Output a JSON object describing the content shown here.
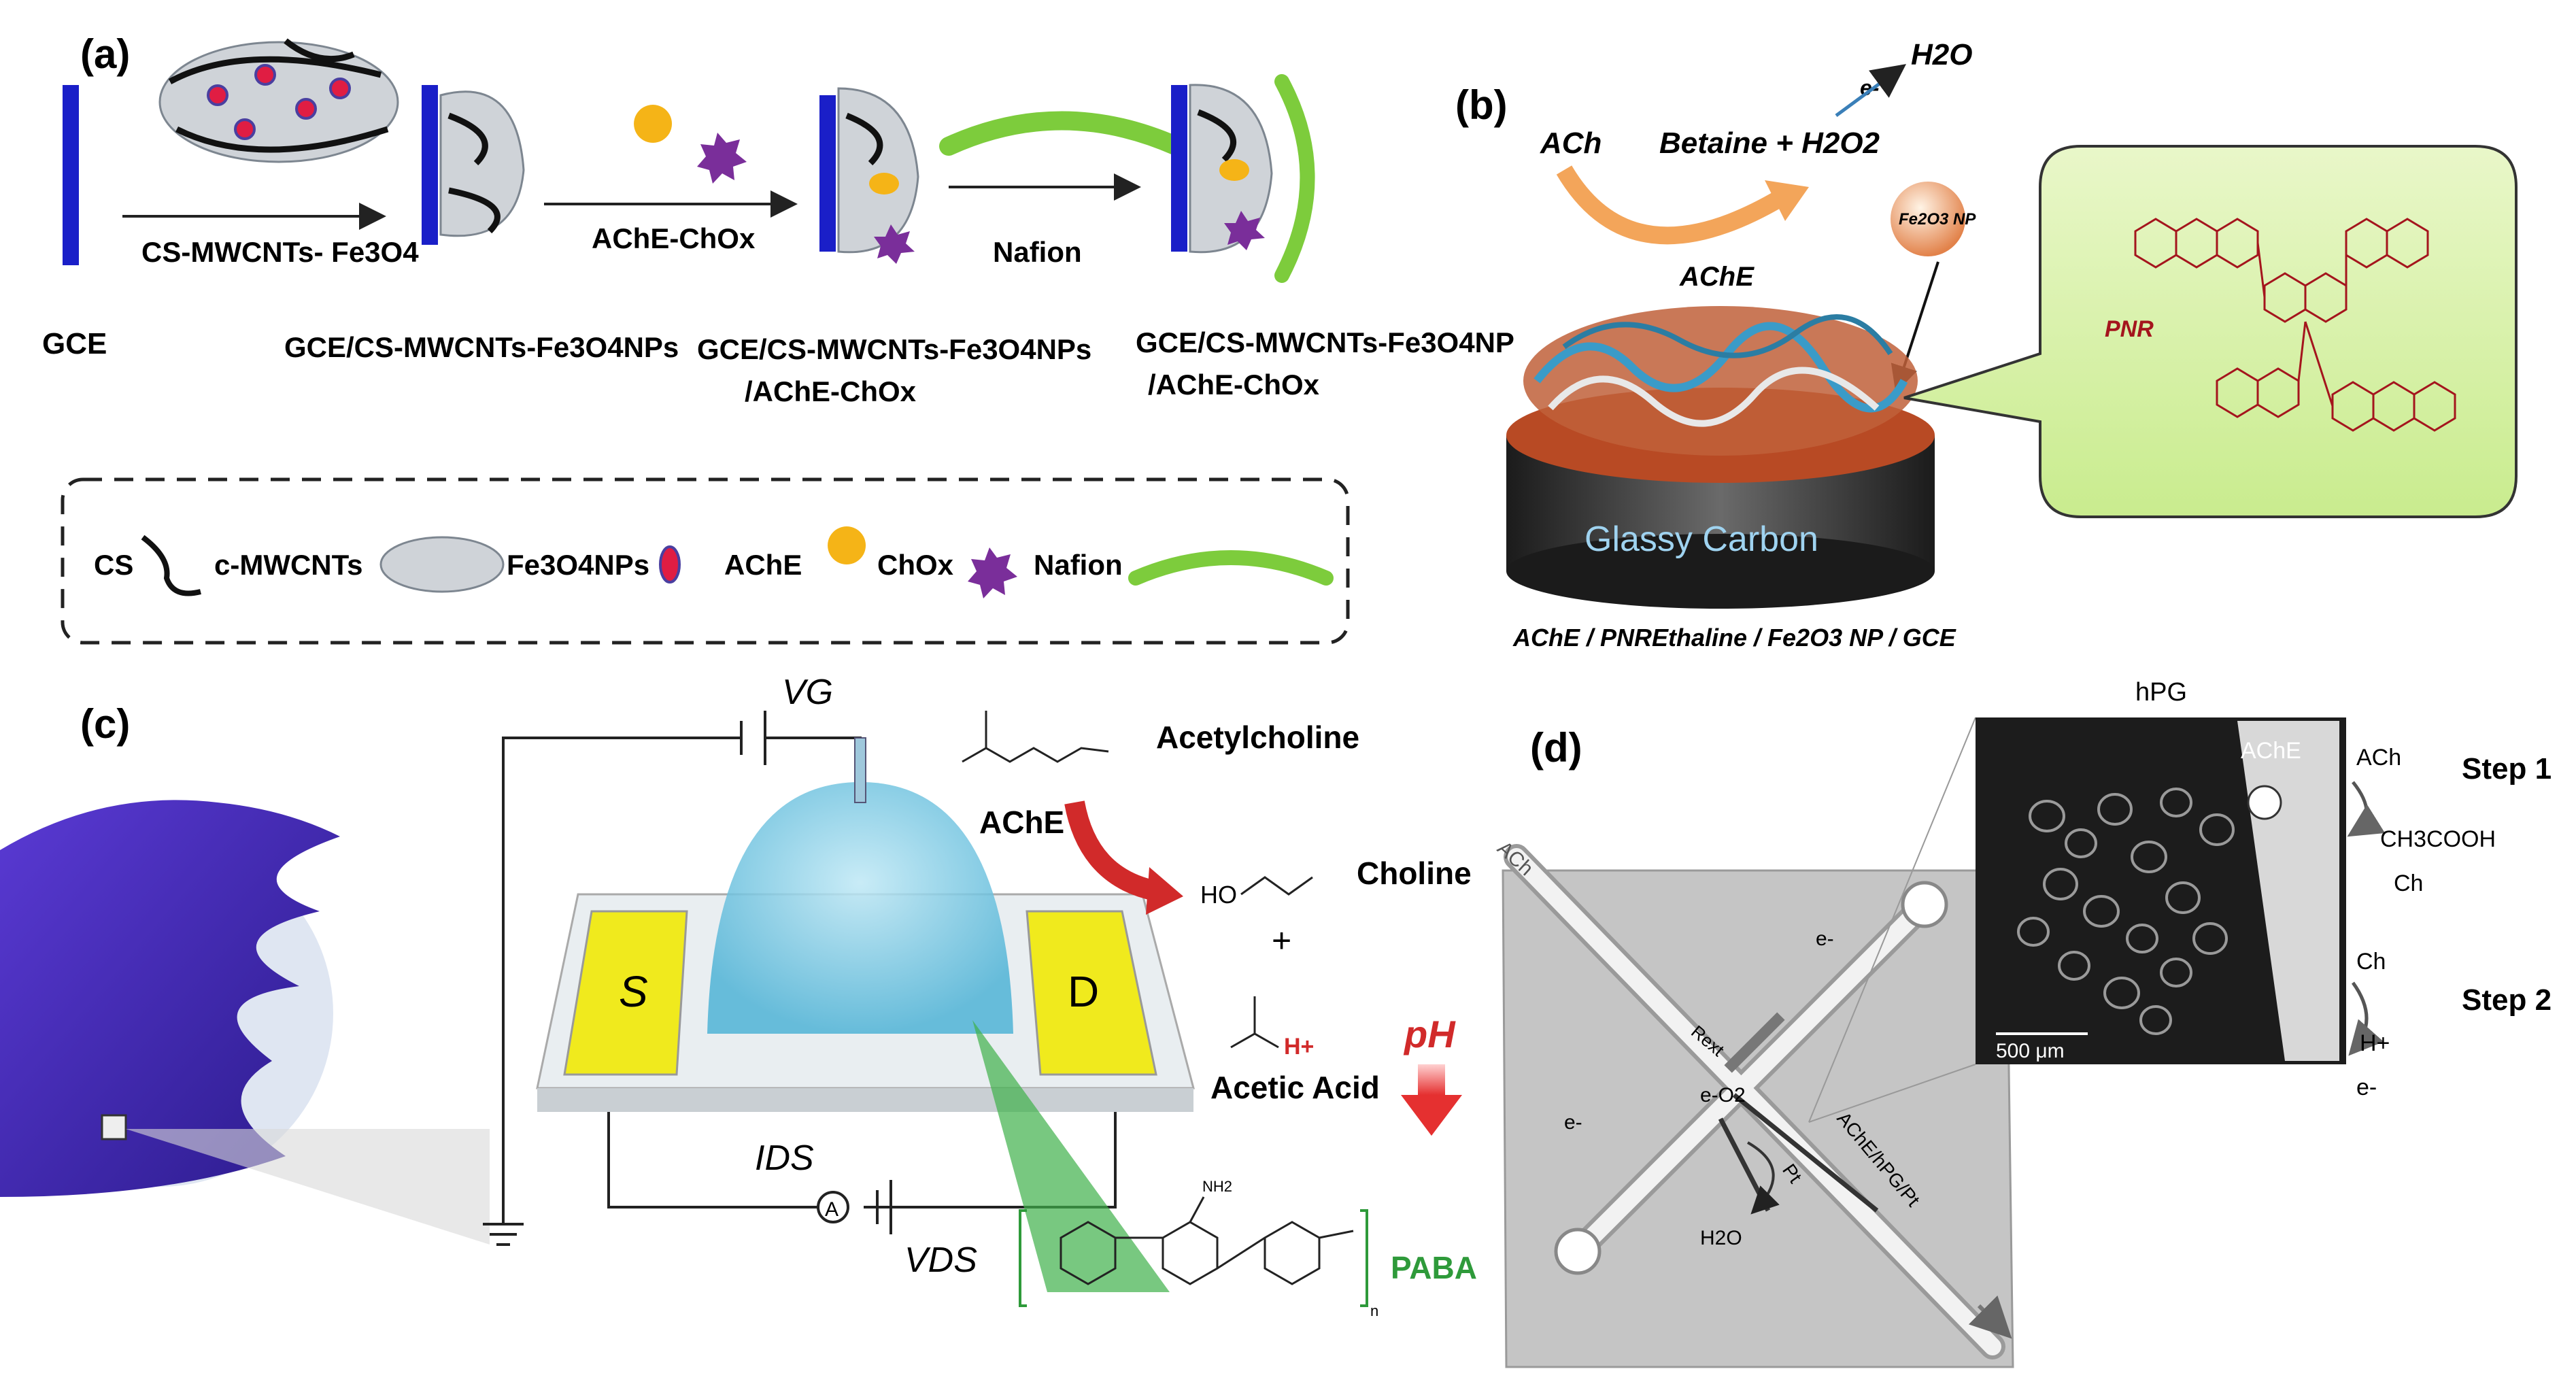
{
  "panel_a": {
    "label": "(a)",
    "gce": "GCE",
    "step1_reagent": "CS-MWCNTs- Fe3O4",
    "step1_product": "GCE/CS-MWCNTs-Fe3O4NPs",
    "step2_reagent": "AChE-ChOx",
    "step2_product_line1": "GCE/CS-MWCNTs-Fe3O4NPs",
    "step2_product_line2": "/AChE-ChOx",
    "step3_reagent": "Nafion",
    "step3_product_line1": "GCE/CS-MWCNTs-Fe3O4NP",
    "step3_product_line2": "/AChE-ChOx",
    "legend": {
      "cs": "CS",
      "mwcnt": "c-MWCNTs",
      "fe3o4": "Fe3O4NPs",
      "ache": "AChE",
      "chox": "ChOx",
      "nafion": "Nafion"
    },
    "colors": {
      "electrode": "#1a1fc8",
      "ache": "#f5b417",
      "chox": "#7a2e9a",
      "nafion": "#7dcc3c"
    }
  },
  "panel_b": {
    "label": "(b)",
    "h2o": "H2O",
    "electron": "e-",
    "ach": "ACh",
    "betaine": "Betaine + H2O2",
    "ache": "AChE",
    "fe2o3": "Fe2O3 NP",
    "pnr": "PNR",
    "glassy_carbon": "Glassy Carbon",
    "caption": "AChE / PNREthaline / Fe2O3 NP / GCE"
  },
  "panel_c": {
    "label": "(c)",
    "vg": "VG",
    "ids": "IDS",
    "vds": "VDS",
    "ammeter": "A",
    "source": "S",
    "drain": "D",
    "acetylcholine": "Acetylcholine",
    "ache": "AChE",
    "choline": "Choline",
    "plus": "+",
    "acetic_acid": "Acetic Acid",
    "ph": "pH",
    "paba": "PABA",
    "ho": "HO",
    "h_plus": "H+",
    "nh2": "NH2",
    "n_sub": "n"
  },
  "panel_d": {
    "label": "(d)",
    "hpg": "hPG",
    "ache": "AChE",
    "scale": "500 μm",
    "step1": "Step 1",
    "step2": "Step 2",
    "ach": "ACh",
    "ch3cooh": "CH3COOH",
    "ch": "Ch",
    "ch2": "Ch",
    "h_plus": "H+",
    "e_minus": "e-",
    "chip_ach": "ACh",
    "chip_e1": "e-",
    "chip_e2": "e-",
    "chip_o2": "e-O2",
    "chip_h2o": "H2O",
    "chip_pt": "Pt",
    "chip_ref": "Rext",
    "chip_we": "AChE/hPG/Pt"
  }
}
